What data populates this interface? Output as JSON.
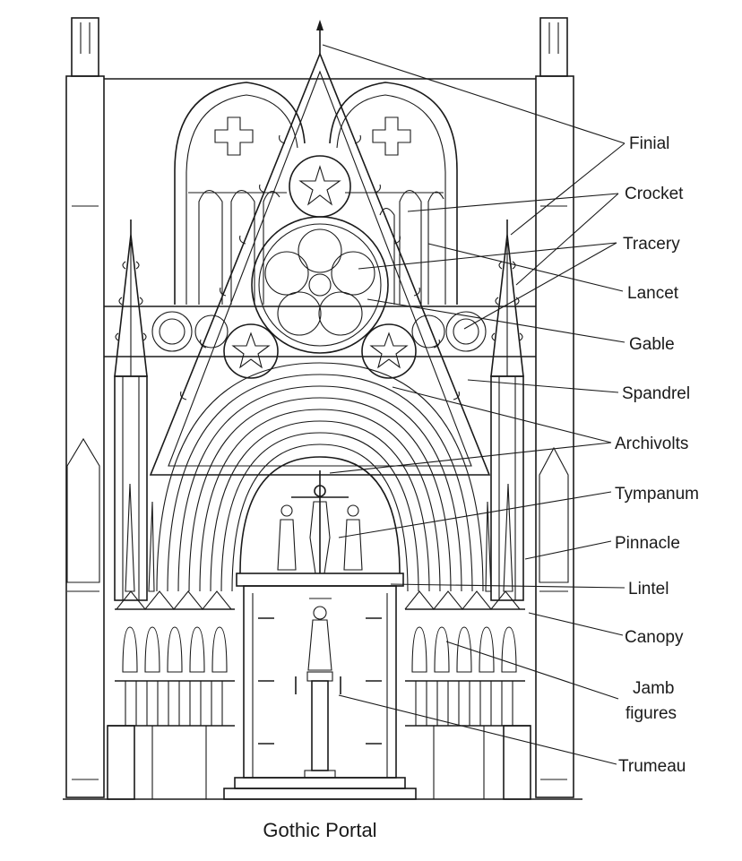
{
  "caption": "Gothic Portal",
  "labels": [
    {
      "key": "finial",
      "text": "Finial"
    },
    {
      "key": "crocket",
      "text": "Crocket"
    },
    {
      "key": "tracery",
      "text": "Tracery"
    },
    {
      "key": "lancet",
      "text": "Lancet"
    },
    {
      "key": "gable",
      "text": "Gable"
    },
    {
      "key": "spandrel",
      "text": "Spandrel"
    },
    {
      "key": "archivolts",
      "text": "Archivolts"
    },
    {
      "key": "tympanum",
      "text": "Tympanum"
    },
    {
      "key": "pinnacle",
      "text": "Pinnacle"
    },
    {
      "key": "lintel",
      "text": "Lintel"
    },
    {
      "key": "canopy",
      "text": "Canopy"
    },
    {
      "key": "jamb1",
      "text": "Jamb"
    },
    {
      "key": "jamb2",
      "text": "figures"
    },
    {
      "key": "trumeau",
      "text": "Trumeau"
    }
  ]
}
